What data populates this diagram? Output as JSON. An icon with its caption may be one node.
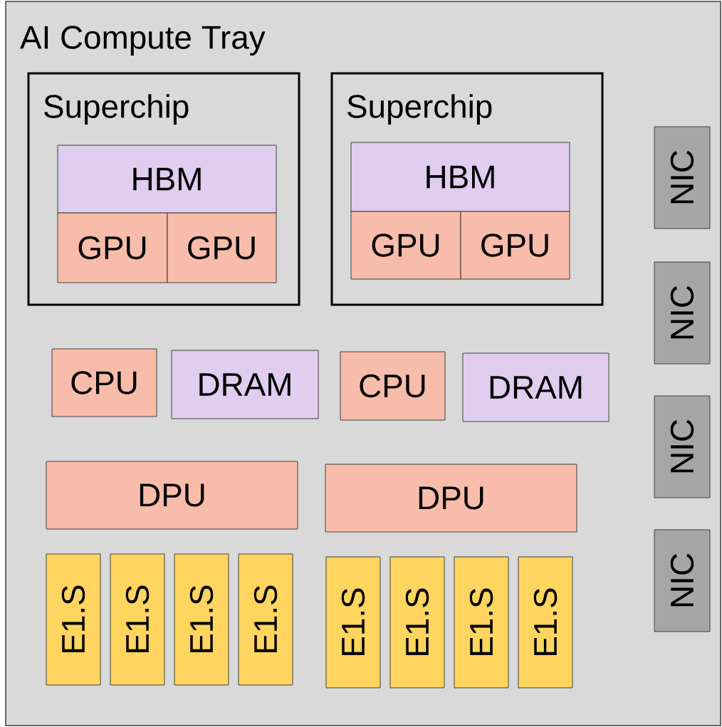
{
  "diagram": {
    "nodes": [
      {
        "text": [
          "AI Compute Tray"
        ]
      },
      {
        "text": [
          "Superchip"
        ],
        "in": 0
      },
      {
        "text": [
          "HBM"
        ],
        "in": 1
      },
      {
        "text": [
          "GPU"
        ],
        "in": 1
      },
      {
        "text": [
          "GPU"
        ],
        "in": 1
      },
      {
        "text": [
          "Superchip"
        ],
        "in": 0
      },
      {
        "text": [
          "HBM"
        ],
        "in": 5
      },
      {
        "text": [
          "GPU"
        ],
        "in": 5
      },
      {
        "text": [
          "GPU"
        ],
        "in": 5
      },
      {
        "text": [
          "CPU"
        ],
        "in": 0
      },
      {
        "text": [
          "DRAM"
        ],
        "in": 0
      },
      {
        "text": [
          "CPU"
        ],
        "in": 0
      },
      {
        "text": [
          "DRAM"
        ],
        "in": 0
      },
      {
        "text": [
          "DPU"
        ],
        "in": 0
      },
      {
        "text": [
          "DPU"
        ],
        "in": 0
      },
      {
        "text": [
          "E1.S"
        ],
        "in": 0
      },
      {
        "text": [
          "E1.S"
        ],
        "in": 0
      },
      {
        "text": [
          "E1.S"
        ],
        "in": 0
      },
      {
        "text": [
          "E1.S"
        ],
        "in": 0
      },
      {
        "text": [
          "E1.S"
        ],
        "in": 0
      },
      {
        "text": [
          "E1.S"
        ],
        "in": 0
      },
      {
        "text": [
          "E1.S"
        ],
        "in": 0
      },
      {
        "text": [
          "E1.S"
        ],
        "in": 0
      },
      {
        "text": [
          "NIC"
        ],
        "in": 0
      },
      {
        "text": [
          "NIC"
        ],
        "in": 0
      },
      {
        "text": [
          "NIC"
        ],
        "in": 0
      },
      {
        "text": [
          "NIC"
        ],
        "in": 0
      }
    ]
  }
}
